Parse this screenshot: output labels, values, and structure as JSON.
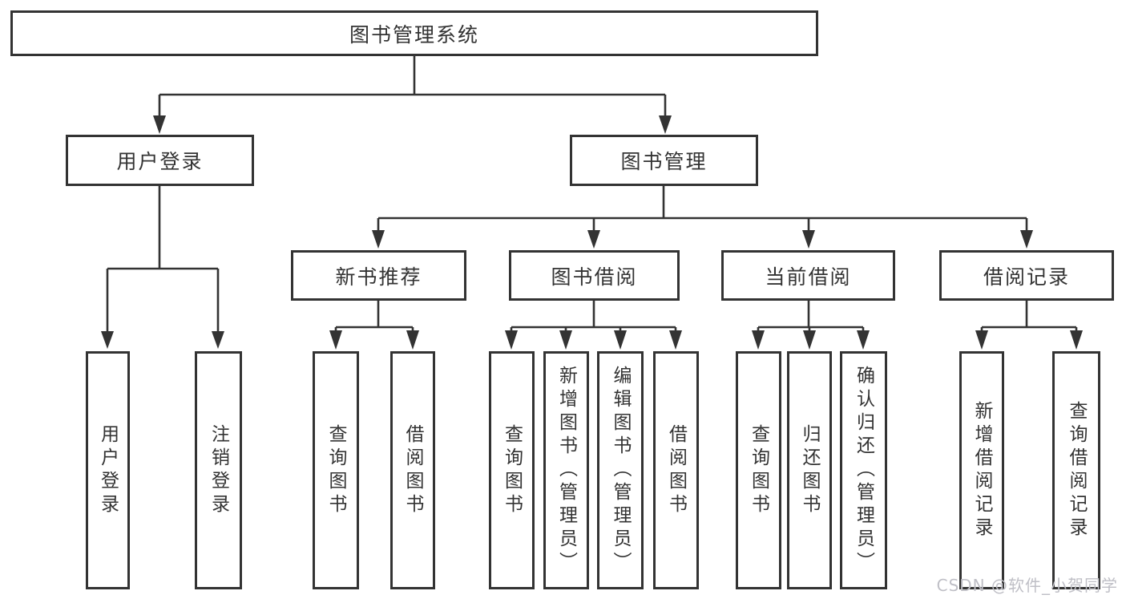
{
  "tree": {
    "label": "图书管理系统",
    "children": [
      {
        "label": "用户登录",
        "children": [
          {
            "label": "用户登录"
          },
          {
            "label": "注销登录"
          }
        ]
      },
      {
        "label": "图书管理",
        "children": [
          {
            "label": "新书推荐",
            "children": [
              {
                "label": "查询图书"
              },
              {
                "label": "借阅图书"
              }
            ]
          },
          {
            "label": "图书借阅",
            "children": [
              {
                "label": "查询图书"
              },
              {
                "label": "新增图书（管理员）"
              },
              {
                "label": "编辑图书（管理员）"
              },
              {
                "label": "借阅图书"
              }
            ]
          },
          {
            "label": "当前借阅",
            "children": [
              {
                "label": "查询图书"
              },
              {
                "label": "归还图书"
              },
              {
                "label": "确认归还（管理员）"
              }
            ]
          },
          {
            "label": "借阅记录",
            "children": [
              {
                "label": "新增借阅记录"
              },
              {
                "label": "查询借阅记录"
              }
            ]
          }
        ]
      }
    ]
  },
  "watermark": {
    "text": "CSDN @软件_小贺同学"
  },
  "colors": {
    "line": "#333333",
    "text": "#333333",
    "background": "#ffffff",
    "watermark": "#bfbfc6"
  }
}
